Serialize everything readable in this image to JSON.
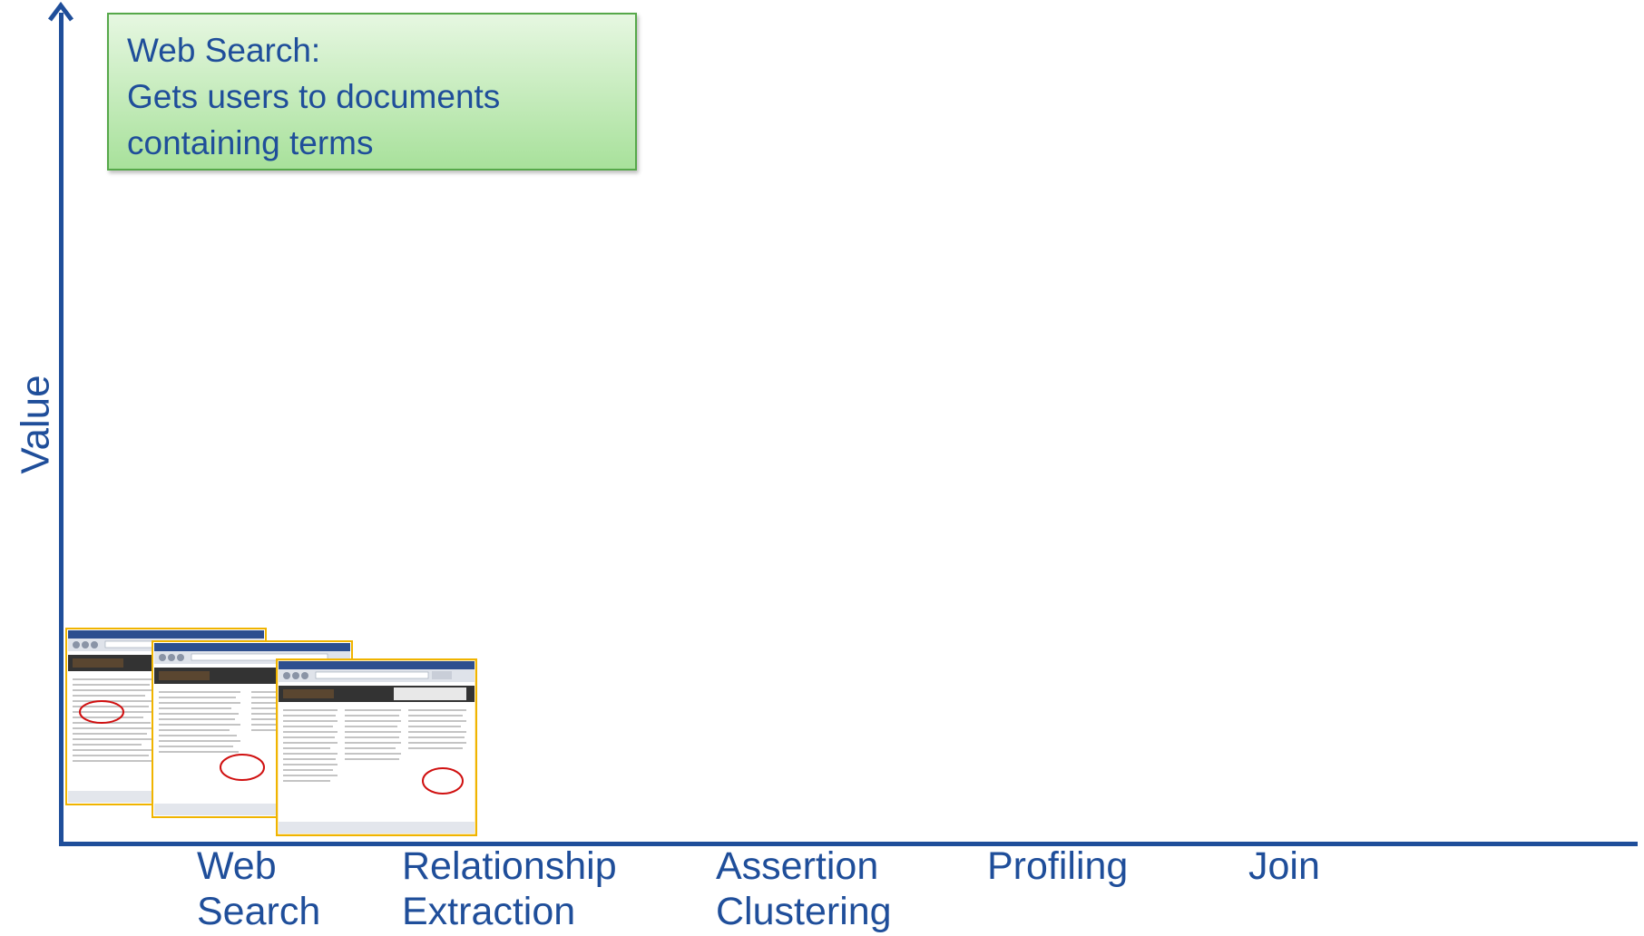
{
  "axes": {
    "y_label": "Value",
    "x_categories": [
      {
        "lines": [
          "Web",
          "Search"
        ]
      },
      {
        "lines": [
          "Relationship",
          "Extraction"
        ]
      },
      {
        "lines": [
          "Assertion",
          "Clustering"
        ]
      },
      {
        "lines": [
          "Profiling"
        ]
      },
      {
        "lines": [
          "Join"
        ]
      }
    ]
  },
  "callout": {
    "lines": [
      "Web Search:",
      "Gets users to documents",
      "containing terms"
    ]
  },
  "thumbnails": {
    "count": 3,
    "depicts": "browser-window-screenshot-icon"
  },
  "colors": {
    "axis": "#1f4e9a",
    "text": "#1f4e9a",
    "callout_top": "#e6f7e1",
    "callout_bottom": "#a8e19b",
    "callout_border": "#56a84a",
    "thumb_border": "#f0b400",
    "highlight_circle": "#d01010"
  }
}
